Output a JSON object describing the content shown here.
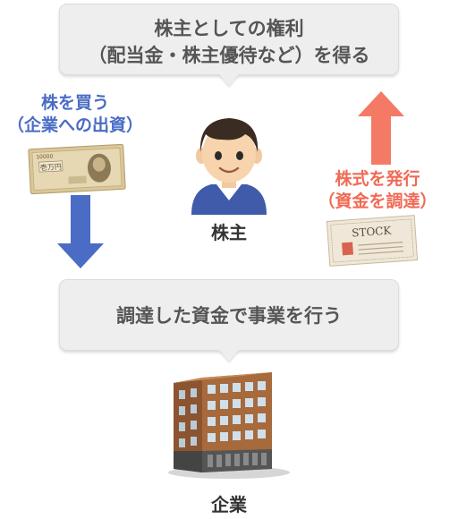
{
  "top_box": {
    "line1": "株主としての権利",
    "line2": "（配当金・株主優待など）を得る"
  },
  "left_label": {
    "line1": "株を買う",
    "line2": "（企業への出資）"
  },
  "right_label": {
    "line1": "株式を発行",
    "line2": "（資金を調達）"
  },
  "shareholder_label": "株主",
  "middle_box": "調達した資金で事業を行う",
  "company_label": "企業",
  "banknote": {
    "denomination": "壱万円",
    "serial_fragment": "10000"
  },
  "stock_certificate": {
    "text": "STOCK"
  },
  "colors": {
    "blue_accent": "#4a6cc4",
    "red_accent": "#f06a55",
    "box_fill": "#eeeeee",
    "box_text": "#555555"
  },
  "icons": [
    "down-arrow-icon",
    "up-arrow-icon",
    "shareholder-avatar-icon",
    "banknote-icon",
    "stock-certificate-icon",
    "company-building-icon"
  ]
}
